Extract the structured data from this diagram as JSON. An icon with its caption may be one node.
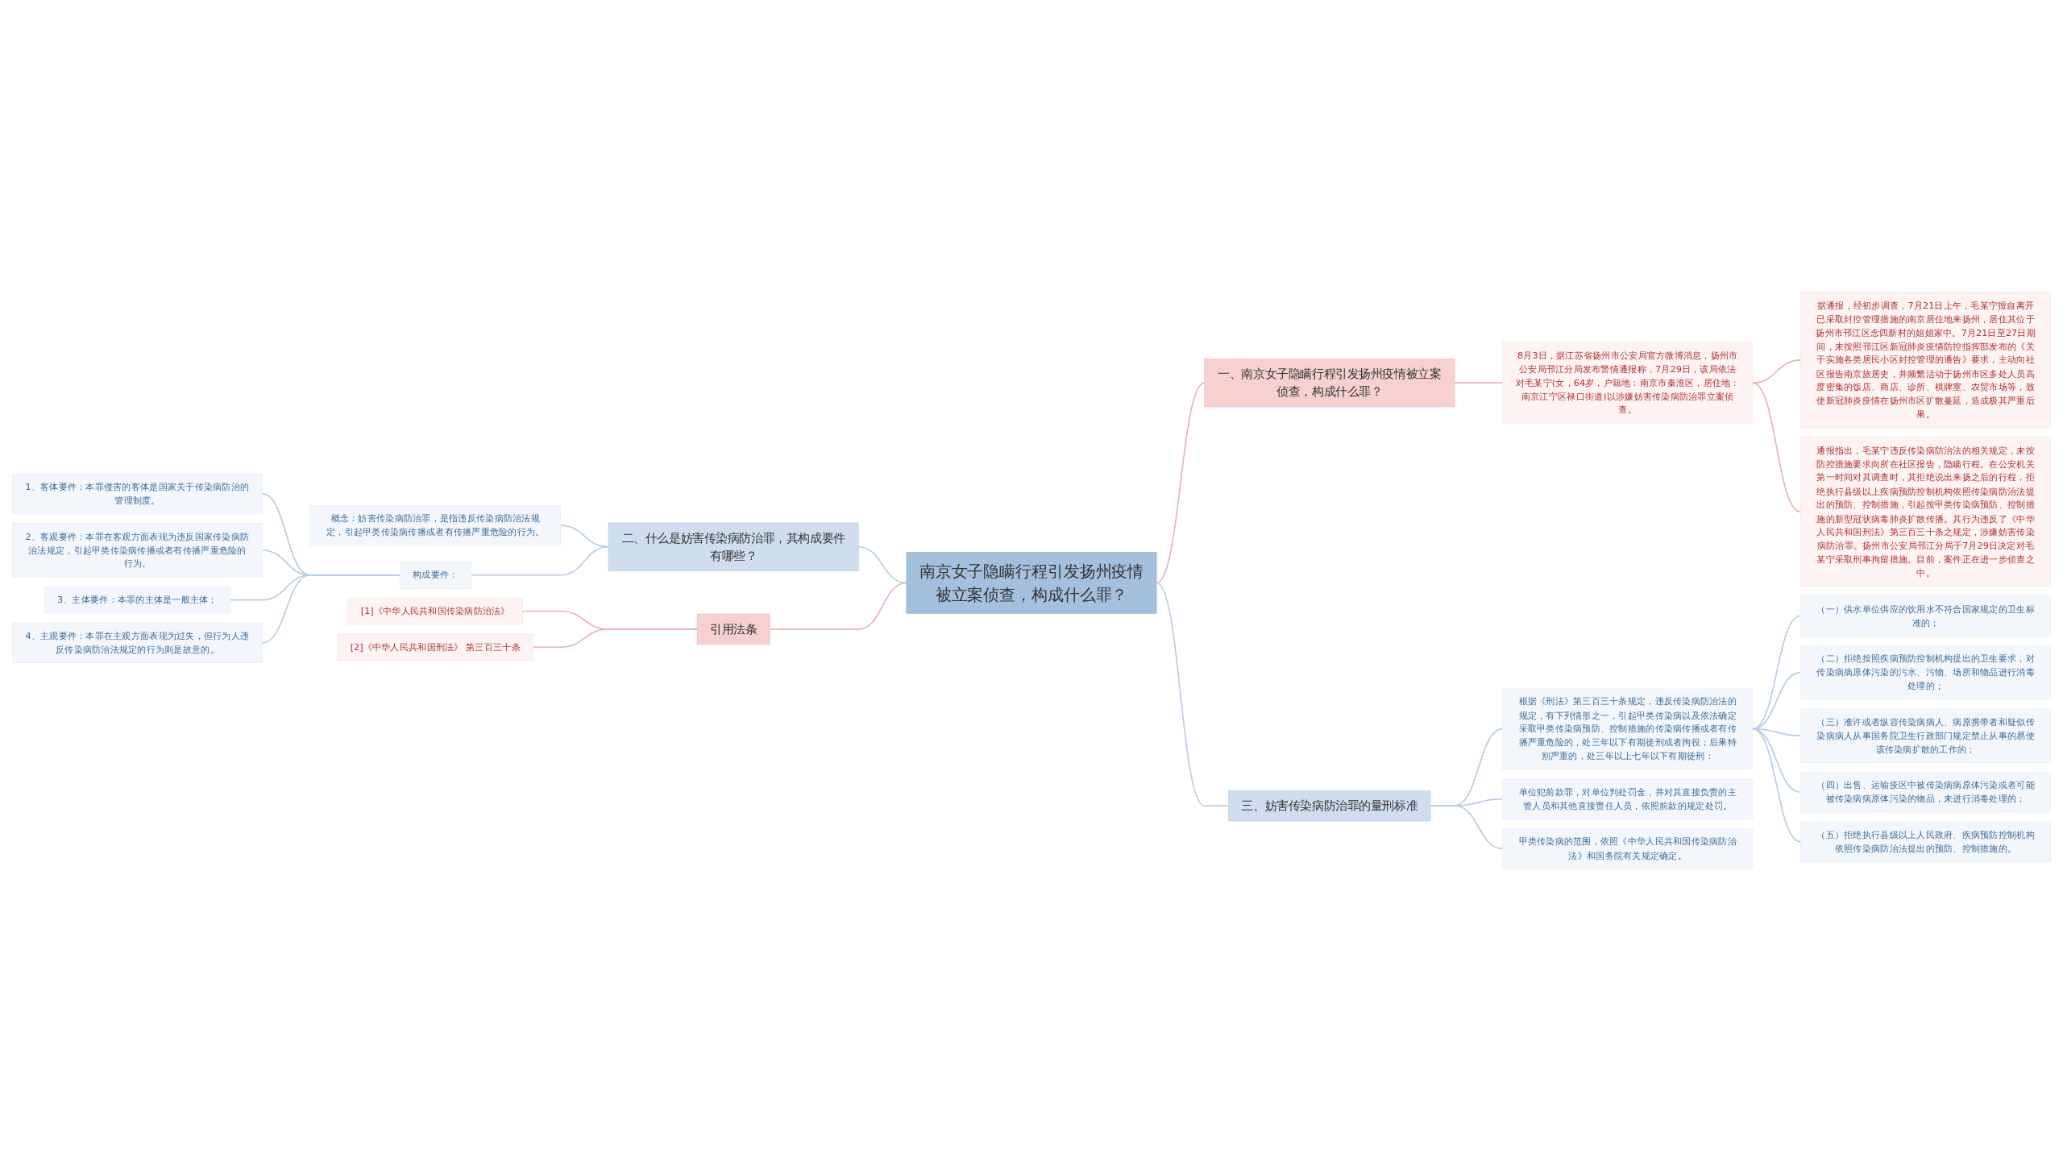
{
  "diagram": {
    "nodes": [
      {
        "text": [
          "南京女子隐瞒行程引发扬州疫情被立案侦查，构成什么罪？"
        ]
      },
      {
        "text": [
          "一、南京女子隐瞒行程引发扬州疫情被立案侦查，构成什么罪？"
        ]
      },
      {
        "text": [
          "8月3日，据江苏省扬州市公安局官方微博消息，扬州市公安局邗江分局发布警情通报称，7月29日，该局依法对毛某宁(女，64岁，户籍地：南京市秦淮区，居住地：南京江宁区禄口街道)以涉嫌妨害传染病防治罪立案侦查。"
        ]
      },
      {
        "text": [
          "据通报，经初步调查，7月21日上午，毛某宁擅自离开已采取封控管理措施的南京居住地来扬州，居住其位于扬州市邗江区念四新村的姐姐家中。7月21日至27日期间，未按照邗江区新冠肺炎疫情防控指挥部发布的《关于实施各类居民小区封控管理的通告》要求，主动向社区报告南京旅居史，并频繁活动于扬州市区多处人员高度密集的饭店、商店、诊所、棋牌室、农贸市场等，致使新冠肺炎疫情在扬州市区扩散蔓延，造成极其严重后果。"
        ]
      },
      {
        "text": [
          "通报指出，毛某宁违反传染病防治法的相关规定，未按防控措施要求向所在社区报告，隐瞒行程。在公安机关第一时间对其调查时，其拒绝说出来扬之后的行程，拒绝执行县级以上疾病预防控制机构依照传染病防治法提出的预防、控制措施，引起按甲类传染病预防、控制措施的新型冠状病毒肺炎扩散传播。其行为违反了《中华人民共和国刑法》第三百三十条之规定，涉嫌妨害传染病防治罪。扬州市公安局邗江分局于7月29日决定对毛某宁采取刑事拘留措施。目前，案件正在进一步侦查之中。"
        ]
      },
      {
        "text": [
          "三、妨害传染病防治罪的量刑标准"
        ]
      },
      {
        "text": [
          "根据《刑法》第三百三十条规定，违反传染病防治法的规定，有下列情形之一，引起甲类传染病以及依法确定采取甲类传染病预防、控制措施的传染病传播或者有传播严重危险的，处三年以下有期徒刑或者拘役；后果特别严重的，处三年以上七年以下有期徒刑："
        ]
      },
      {
        "text": [
          "（一）供水单位供应的饮用水不符合国家规定的卫生标准的；"
        ]
      },
      {
        "text": [
          "（二）拒绝按照疾病预防控制机构提出的卫生要求，对传染病病原体污染的污水、污物、场所和物品进行消毒处理的；"
        ]
      },
      {
        "text": [
          "（三）准许或者纵容传染病病人、病原携带者和疑似传染病病人从事国务院卫生行政部门规定禁止从事的易使该传染病扩散的工作的；"
        ]
      },
      {
        "text": [
          "（四）出售、运输疫区中被传染病病原体污染或者可能被传染病病原体污染的物品，未进行消毒处理的；"
        ]
      },
      {
        "text": [
          "（五）拒绝执行县级以上人民政府、疾病预防控制机构依照传染病防治法提出的预防、控制措施的。"
        ]
      },
      {
        "text": [
          "单位犯前款罪，对单位判处罚金，并对其直接负责的主管人员和其他直接责任人员，依照前款的规定处罚。"
        ]
      },
      {
        "text": [
          "甲类传染病的范围，依照《中华人民共和国传染病防治法》和国务院有关规定确定。"
        ]
      },
      {
        "text": [
          "二、什么是妨害传染病防治罪，其构成要件有哪些？"
        ]
      },
      {
        "text": [
          "概念：妨害传染病防治罪，是指违反传染病防治法规定，引起甲类传染病传播或者有传播严重危险的行为。"
        ]
      },
      {
        "text": [
          "构成要件："
        ]
      },
      {
        "text": [
          "1、客体要件：本罪侵害的客体是国家关于传染病防治的管理制度。"
        ]
      },
      {
        "text": [
          "2、客观要件：本罪在客观方面表现为违反国家传染病防治法规定，引起甲类传染病传播或者有传播严重危险的行为。"
        ]
      },
      {
        "text": [
          "3、主体要件：本罪的主体是一般主体；"
        ]
      },
      {
        "text": [
          "4、主观要件：本罪在主观方面表现为过失，但行为人违反传染病防治法规定的行为则是故意的。"
        ]
      },
      {
        "text": [
          "引用法条"
        ]
      },
      {
        "text": [
          "[1]《中华人民共和国传染病防治法》"
        ]
      },
      {
        "text": [
          "[2]《中华人民共和国刑法》 第三百三十条"
        ]
      }
    ],
    "edges": [
      {
        "from": 0,
        "to": 1,
        "arrow": "none",
        "color": "#e8b4b4"
      },
      {
        "from": 1,
        "to": 2,
        "arrow": "none",
        "color": "#e8b4b4"
      },
      {
        "from": 2,
        "to": 3,
        "arrow": "none",
        "color": "#e8b4b4"
      },
      {
        "from": 2,
        "to": 4,
        "arrow": "none",
        "color": "#e8b4b4"
      },
      {
        "from": 0,
        "to": 5,
        "arrow": "none"
      },
      {
        "from": 5,
        "to": 6,
        "arrow": "none"
      },
      {
        "from": 6,
        "to": 7,
        "arrow": "none"
      },
      {
        "from": 6,
        "to": 8,
        "arrow": "none"
      },
      {
        "from": 6,
        "to": 9,
        "arrow": "none"
      },
      {
        "from": 6,
        "to": 10,
        "arrow": "none"
      },
      {
        "from": 6,
        "to": 11,
        "arrow": "none"
      },
      {
        "from": 5,
        "to": 12,
        "arrow": "none"
      },
      {
        "from": 5,
        "to": 13,
        "arrow": "none"
      },
      {
        "from": 0,
        "to": 14,
        "arrow": "none"
      },
      {
        "from": 14,
        "to": 15,
        "arrow": "none"
      },
      {
        "from": 14,
        "to": 16,
        "arrow": "none"
      },
      {
        "from": 16,
        "to": 17,
        "arrow": "none"
      },
      {
        "from": 16,
        "to": 18,
        "arrow": "none"
      },
      {
        "from": 16,
        "to": 19,
        "arrow": "none"
      },
      {
        "from": 16,
        "to": 20,
        "arrow": "none"
      },
      {
        "from": 0,
        "to": 21,
        "arrow": "none",
        "color": "#e8b4b4"
      },
      {
        "from": 21,
        "to": 22,
        "arrow": "none",
        "color": "#e8b4b4"
      },
      {
        "from": 21,
        "to": 23,
        "arrow": "none",
        "color": "#e8b4b4"
      }
    ]
  }
}
